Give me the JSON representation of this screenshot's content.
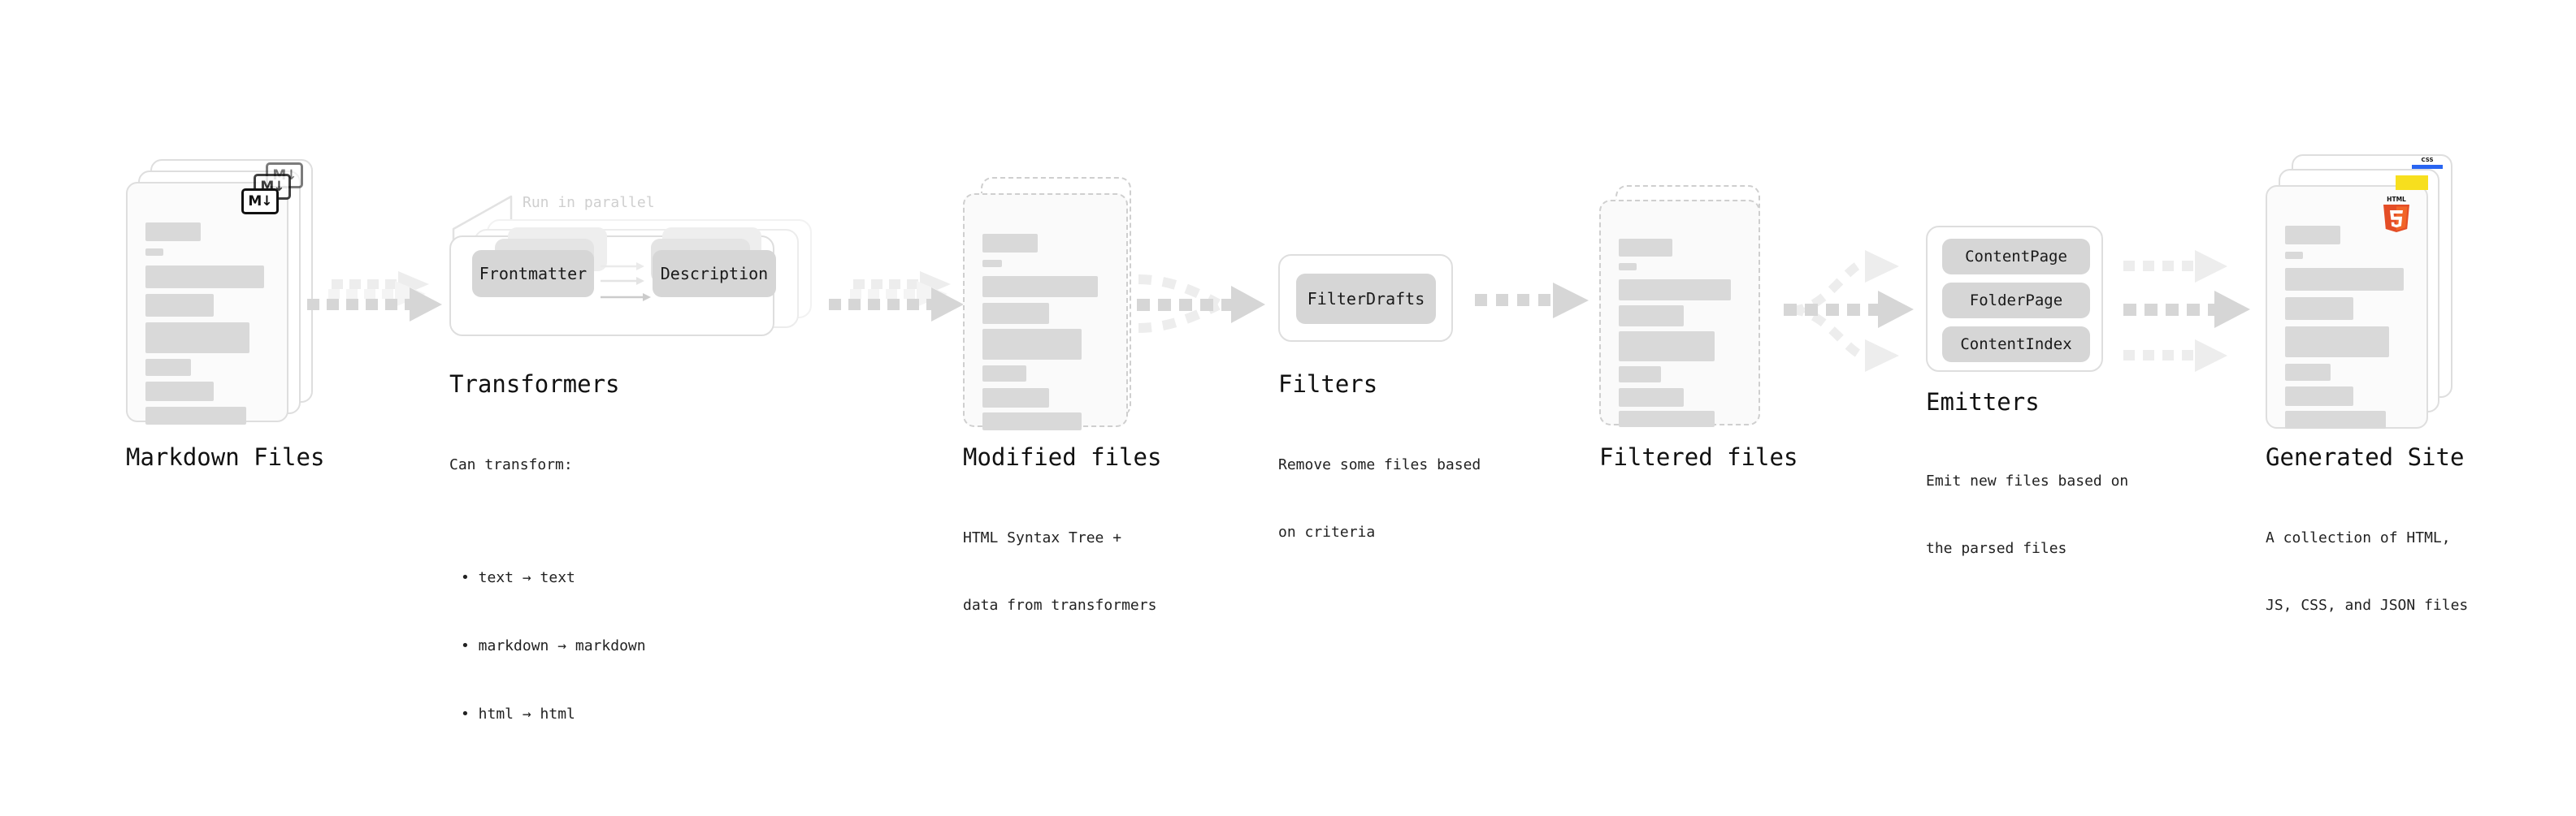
{
  "diagram": {
    "title_font": "monospace",
    "accent_colors": {
      "skeleton": "#d9d9d9",
      "chip": "#d6d6d6",
      "arrow": "#d6d6d6",
      "arrow_faded": "#ededed",
      "border": "#dedede",
      "dashed_border": "#cfcfcf",
      "html5_orange": "#e44d26",
      "html5_orange_light": "#f16529",
      "js_yellow": "#f7df1e",
      "css_blue": "#2965f1",
      "note_gray": "#cfcfcf"
    }
  },
  "stages": {
    "markdown_files": {
      "title": "Markdown Files",
      "badge_label": "M↓",
      "badge_name": "markdown-badge"
    },
    "transformers": {
      "title": "Transformers",
      "note": "Run in parallel",
      "chips": [
        "Frontmatter",
        "Description"
      ],
      "subtitle_lead": "Can transform:",
      "bullets": [
        "• text → text",
        "• markdown → markdown",
        "• html → html"
      ]
    },
    "modified_files": {
      "title": "Modified files",
      "subtitle_line1": "HTML Syntax Tree +",
      "subtitle_line2": "data from transformers"
    },
    "filters": {
      "title": "Filters",
      "chips": [
        "FilterDrafts"
      ],
      "subtitle_line1": "Remove some files based",
      "subtitle_line2": "on criteria"
    },
    "filtered_files": {
      "title": "Filtered files"
    },
    "emitters": {
      "title": "Emitters",
      "chips": [
        "ContentPage",
        "FolderPage",
        "ContentIndex"
      ],
      "subtitle_line1": "Emit new files based on",
      "subtitle_line2": "the parsed files"
    },
    "generated_site": {
      "title": "Generated Site",
      "subtitle_line1": "A collection of HTML,",
      "subtitle_line2": "JS, CSS, and JSON files",
      "badges": [
        "HTML5",
        "JS",
        "CSS"
      ],
      "html5_label": "HTML",
      "html5_digit": "5",
      "css_label": "CSS"
    }
  }
}
